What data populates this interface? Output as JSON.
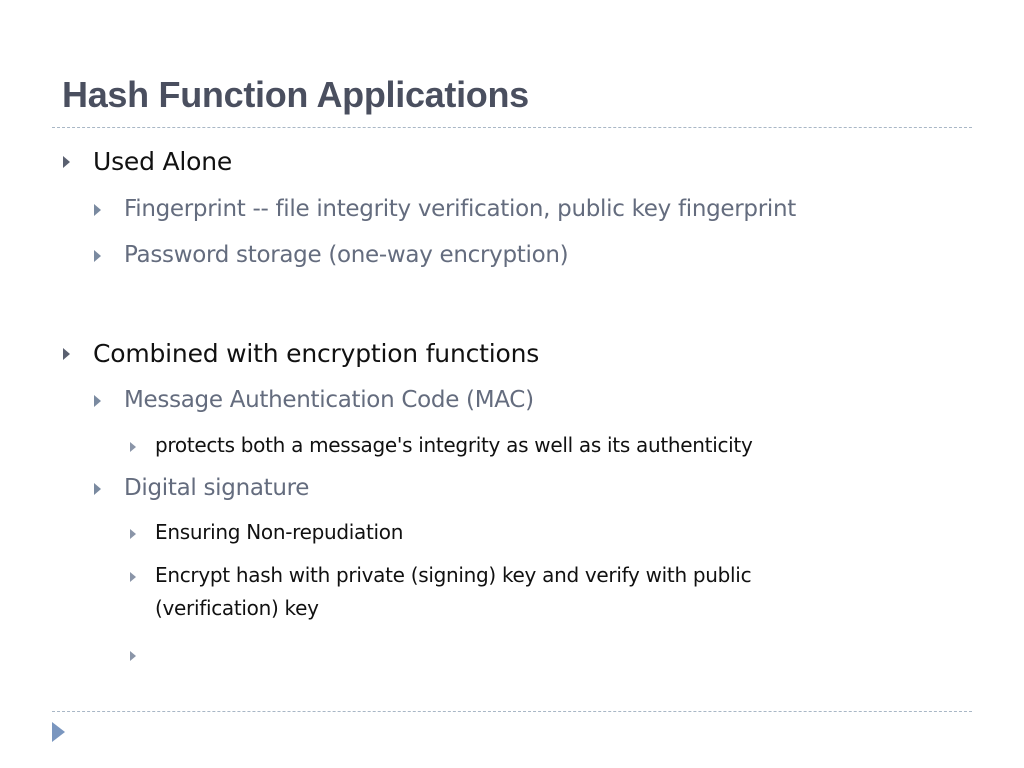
{
  "slide": {
    "title": "Hash Function Applications",
    "bullets": [
      {
        "text": "Used Alone",
        "children": [
          {
            "text": "Fingerprint -- file integrity verification, public key fingerprint"
          },
          {
            "text": "Password storage (one-way encryption)"
          }
        ]
      },
      {
        "text": "Combined with encryption functions",
        "children": [
          {
            "text": "Message Authentication Code (MAC)",
            "children": [
              {
                "text": "protects both a message's integrity as well as its authenticity"
              }
            ]
          },
          {
            "text": "Digital signature",
            "children": [
              {
                "text": "Ensuring Non-repudiation"
              },
              {
                "line1": "Encrypt hash with private (signing) key and verify with public",
                "line2": "(verification) key"
              },
              {
                "text": ""
              }
            ]
          }
        ]
      }
    ]
  },
  "colors": {
    "title": "#4a4f5f",
    "body": "#111111",
    "subtext": "#646c7e",
    "rule": "#a9b7c6",
    "nav_arrow": "#7a96bf"
  },
  "icons": {
    "bullet": "triangle-right-icon",
    "nav": "next-slide-arrow-icon"
  }
}
